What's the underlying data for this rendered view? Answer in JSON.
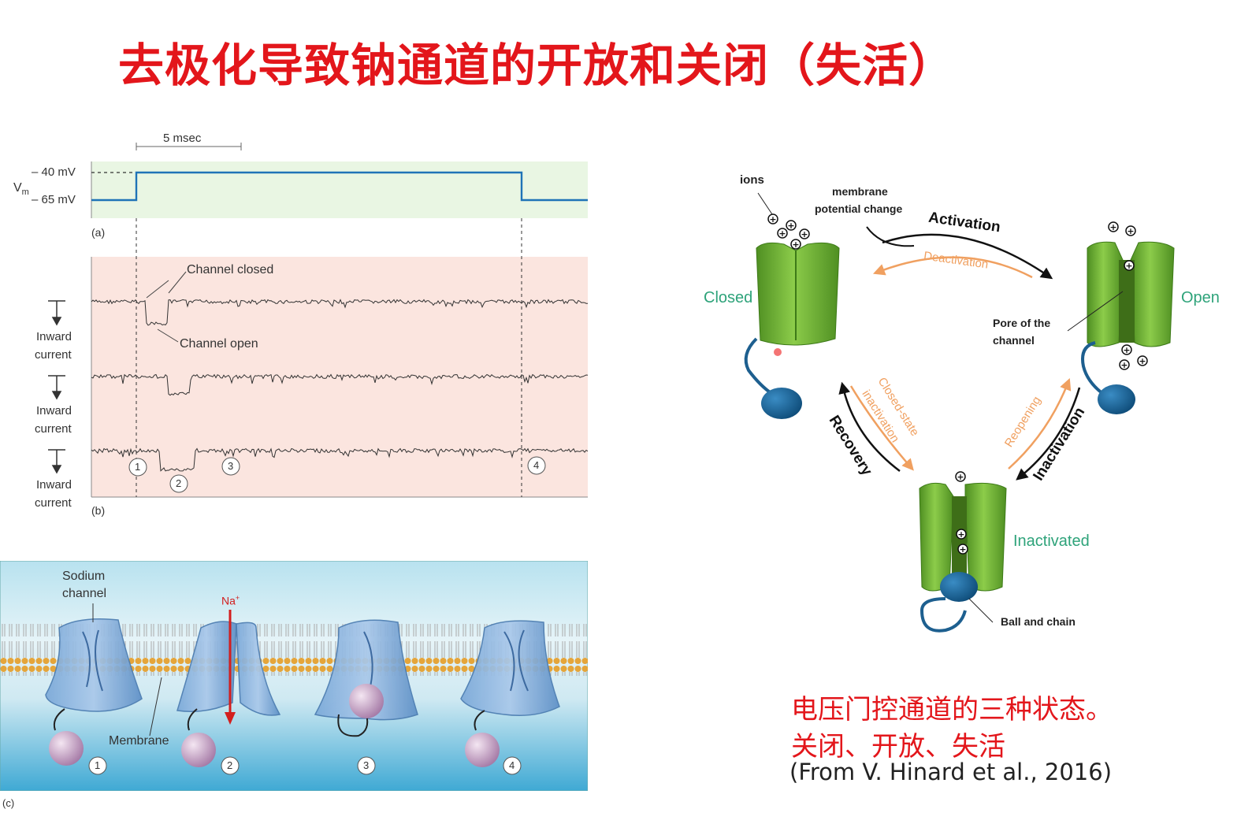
{
  "title": "去极化导致钠通道的开放和关闭（失活）",
  "panel_a": {
    "scale_bar": "5 msec",
    "vm_label": "V",
    "vm_sub": "m",
    "v_high": "– 40 mV",
    "v_low": "– 65 mV",
    "tag": "(a)"
  },
  "panel_b": {
    "channel_closed": "Channel closed",
    "channel_open": "Channel open",
    "inward_1": "Inward",
    "current_1": "current",
    "inward_2": "Inward",
    "current_2": "current",
    "inward_3": "Inward",
    "current_3": "current",
    "tag": "(b)",
    "markers": [
      "1",
      "2",
      "3",
      "4"
    ]
  },
  "panel_c": {
    "sodium_line1": "Sodium",
    "sodium_line2": "channel",
    "na": "Na",
    "na_sup": "+",
    "membrane": "Membrane",
    "tag": "(c)",
    "markers": [
      "1",
      "2",
      "3",
      "4"
    ]
  },
  "cycle": {
    "ions": "ions",
    "membrane_line1": "membrane",
    "membrane_line2": "potential change",
    "activation": "Activation",
    "deactivation": "Deactivation",
    "closed": "Closed",
    "open": "Open",
    "pore_line1": "Pore of the",
    "pore_line2": "channel",
    "closed_state_line1": "Closed-state",
    "closed_state_line2": "inactivation",
    "recovery": "Recovery",
    "reopening": "Reopening",
    "inactivation": "Inactivation",
    "inactivated": "Inactivated",
    "ball_and_chain": "Ball and chain"
  },
  "caption": {
    "line1": "电压门控通道的三种状态。",
    "line2": "关闭、开放、失活",
    "citation": "(From V. Hinard et al., 2016)"
  },
  "colors": {
    "title_red": "#e3161b",
    "state_green": "#2ea37a",
    "channel_green": "#6fb33a",
    "ball_blue": "#1d5f8f",
    "orange_arrow": "#f0a060",
    "panel_a_bg": "#e9f6e3",
    "panel_b_bg": "#fbe5df"
  }
}
